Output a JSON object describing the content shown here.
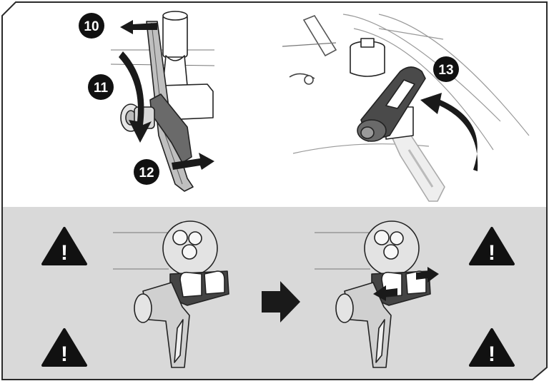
{
  "steps": {
    "step10": "10",
    "step11": "11",
    "step12": "12",
    "step13": "13"
  },
  "warnings": {
    "symbol": "!",
    "icon": "warning-triangle-icon"
  },
  "colors": {
    "frame": "#2a2a2a",
    "bottom_panel": "#d9d9d9",
    "ink": "#1a1a1a",
    "part_dark": "#555555",
    "part_light": "#f0f0f0"
  }
}
